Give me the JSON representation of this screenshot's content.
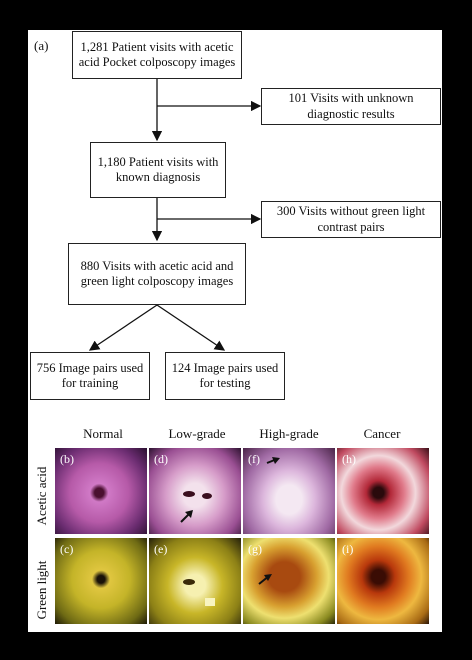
{
  "panel_a_label": "(a)",
  "flow": {
    "box1": "1,281 Patient visits with acetic acid Pocket colposcopy images",
    "box_excl1": "101 Visits with unknown diagnostic results",
    "box2": "1,180 Patient visits with known diagnosis",
    "box_excl2": "300 Visits without green light contrast pairs",
    "box3": "880 Visits with acetic acid and green light colposcopy images",
    "box_train": "756 Image pairs used for training",
    "box_test": "124 Image pairs used for testing"
  },
  "grid": {
    "columns": [
      "Normal",
      "Low-grade",
      "High-grade",
      "Cancer"
    ],
    "rows": [
      "Acetic acid",
      "Green light"
    ],
    "tags_row1": [
      "(b)",
      "(d)",
      "(f)",
      "(h)"
    ],
    "tags_row2": [
      "(c)",
      "(e)",
      "(g)",
      "(i)"
    ]
  },
  "colors": {
    "box_border": "#222222",
    "background": "#000000",
    "panel": "#ffffff"
  }
}
